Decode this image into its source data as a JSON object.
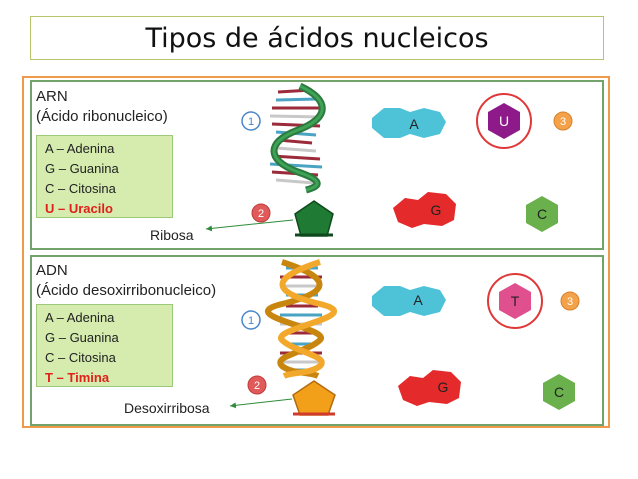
{
  "title": "Tipos de ácidos nucleicos",
  "arn": {
    "heading": "ARN",
    "subheading": "(Ácido ribonucleico)",
    "bases": [
      "A – Adenina",
      "G – Guanina",
      "C – Citosina"
    ],
    "highlight_base": "U – Uracilo",
    "sugar_label": "Ribosa",
    "base_letters": {
      "a": "A",
      "g": "G",
      "c": "C",
      "u": "U"
    },
    "callouts": {
      "one": "1",
      "two": "2",
      "three": "3"
    }
  },
  "adn": {
    "heading": "ADN",
    "subheading": "(Ácido desoxirribonucleico)",
    "bases": [
      "A – Adenina",
      "G – Guanina",
      "C – Citosina"
    ],
    "highlight_base": "T – Timina",
    "sugar_label": "Desoxirribosa",
    "base_letters": {
      "a": "A",
      "g": "G",
      "c": "C",
      "t": "T"
    },
    "callouts": {
      "one": "1",
      "two": "2",
      "three": "3"
    }
  },
  "colors": {
    "adenine": "#4ec3d8",
    "guanine": "#e42a2a",
    "cytosine": "#6ab04c",
    "uracil": "#8e1a8a",
    "thymine": "#e0508e",
    "ribose": "#1f7a34",
    "deoxyribose": "#f2a01a",
    "callout": "#4a86c8",
    "highlight": "#e0201a"
  }
}
